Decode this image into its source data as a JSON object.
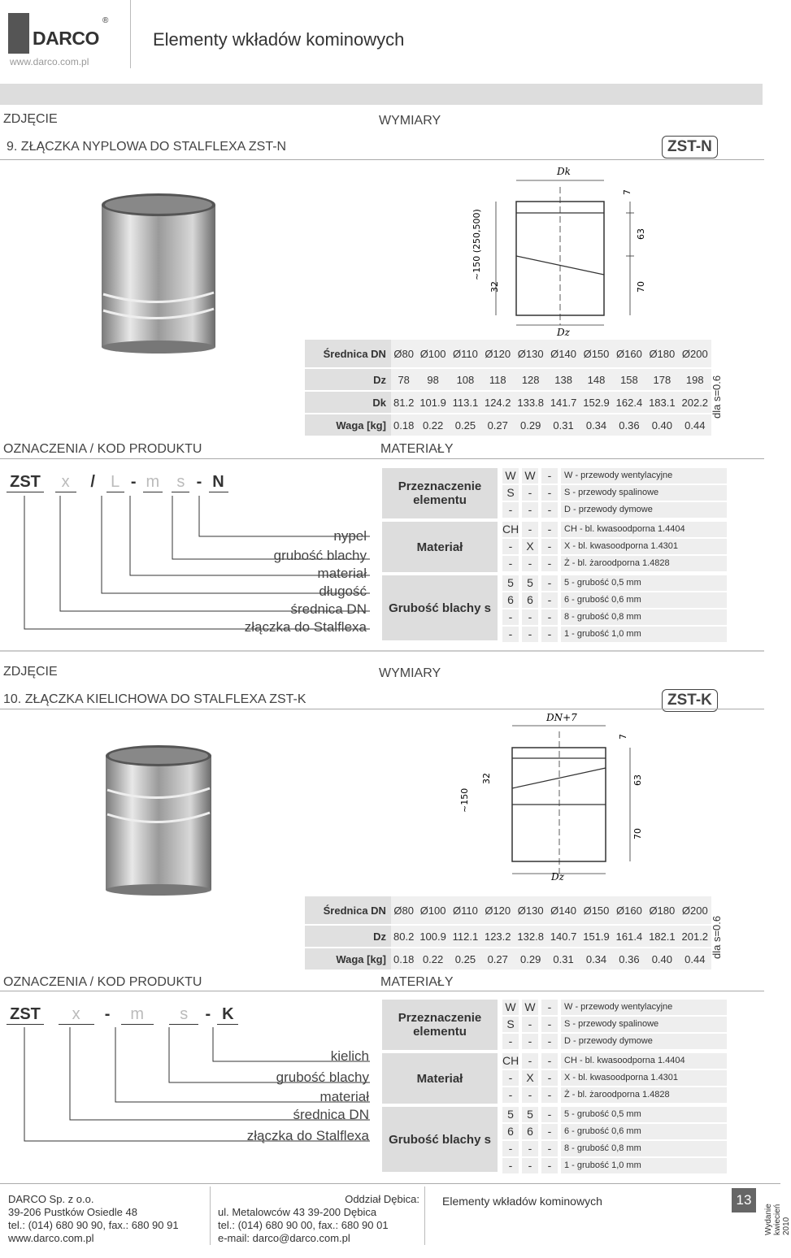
{
  "header": {
    "logo": "DARCO",
    "logo_mark": "®",
    "website": "www.darco.com.pl",
    "title": "Elementy wkładów kominowych"
  },
  "s1": {
    "photo_label": "ZDJĘCIE",
    "dims_label": "WYMIARY",
    "title": "9. ZŁĄCZKA NYPLOWA DO STALFLEXA ZST-N",
    "code": "ZST-N",
    "drawing": {
      "dk": "Dk",
      "dz": "Dz",
      "h": "~150 (250,500)",
      "a": "32",
      "b": "7",
      "c": "63",
      "d": "70"
    },
    "table": {
      "rows": [
        {
          "label": "Średnica DN",
          "values": [
            "Ø80",
            "Ø100",
            "Ø110",
            "Ø120",
            "Ø130",
            "Ø140",
            "Ø150",
            "Ø160",
            "Ø180",
            "Ø200"
          ]
        },
        {
          "label": "Dz",
          "values": [
            "78",
            "98",
            "108",
            "118",
            "128",
            "138",
            "148",
            "158",
            "178",
            "198"
          ]
        },
        {
          "label": "Dk",
          "values": [
            "81.2",
            "101.9",
            "113.1",
            "124.2",
            "133.8",
            "141.7",
            "152.9",
            "162.4",
            "183.1",
            "202.2"
          ]
        },
        {
          "label": "Waga [kg]",
          "values": [
            "0.18",
            "0.22",
            "0.25",
            "0.27",
            "0.29",
            "0.31",
            "0.34",
            "0.36",
            "0.40",
            "0.44"
          ]
        }
      ],
      "note": "dla s=0.6"
    },
    "oznaczenia": "OZNACZENIA / KOD PRODUKTU",
    "materialy": "MATERIAŁY",
    "code_parts": [
      "ZST",
      "x",
      "/",
      "L",
      "-",
      "m",
      "s",
      "-",
      "N"
    ],
    "legend": [
      "nypel",
      "grubość blachy",
      "materiał",
      "długość",
      "średnica DN",
      "złączka do Stalflexa"
    ]
  },
  "materials": {
    "groups": [
      {
        "name": "Przeznaczenie elementu",
        "rows": [
          [
            "W",
            "W",
            "-",
            "W - przewody wentylacyjne"
          ],
          [
            "S",
            "-",
            "-",
            "S - przewody spalinowe"
          ],
          [
            "-",
            "-",
            "-",
            "D - przewody dymowe"
          ]
        ]
      },
      {
        "name": "Materiał",
        "rows": [
          [
            "CH",
            "-",
            "-",
            "CH - bl. kwasoodporna  1.4404"
          ],
          [
            "-",
            "X",
            "-",
            "X  - bl. kwasoodporna  1.4301"
          ],
          [
            "-",
            "-",
            "-",
            "Ż  - bl. żaroodporna      1.4828"
          ]
        ]
      },
      {
        "name": "Grubość blachy s",
        "rows": [
          [
            "5",
            "5",
            "-",
            "5 - grubość 0,5 mm"
          ],
          [
            "6",
            "6",
            "-",
            "6 - grubość 0,6 mm"
          ],
          [
            "-",
            "-",
            "-",
            "8 - grubość 0,8 mm"
          ],
          [
            "-",
            "-",
            "-",
            "1 - grubość 1,0 mm"
          ]
        ]
      }
    ]
  },
  "s2": {
    "photo_label": "ZDJĘCIE",
    "dims_label": "WYMIARY",
    "title": "10. ZŁĄCZKA KIELICHOWA DO STALFLEXA ZST-K",
    "code": "ZST-K",
    "drawing": {
      "dk": "DN+7",
      "dz": "Dz",
      "h": "~150",
      "a": "32",
      "b": "7",
      "c": "63",
      "d": "70"
    },
    "table": {
      "rows": [
        {
          "label": "Średnica DN",
          "values": [
            "Ø80",
            "Ø100",
            "Ø110",
            "Ø120",
            "Ø130",
            "Ø140",
            "Ø150",
            "Ø160",
            "Ø180",
            "Ø200"
          ]
        },
        {
          "label": "Dz",
          "values": [
            "80.2",
            "100.9",
            "112.1",
            "123.2",
            "132.8",
            "140.7",
            "151.9",
            "161.4",
            "182.1",
            "201.2"
          ]
        },
        {
          "label": "Waga [kg]",
          "values": [
            "0.18",
            "0.22",
            "0.25",
            "0.27",
            "0.29",
            "0.31",
            "0.34",
            "0.36",
            "0.40",
            "0.44"
          ]
        }
      ],
      "note": "dla s=0.6"
    },
    "oznaczenia": "OZNACZENIA / KOD PRODUKTU",
    "materialy": "MATERIAŁY",
    "code_parts": [
      "ZST",
      "x",
      "-",
      "m",
      "s",
      "-",
      "K"
    ],
    "legend": [
      "kielich",
      "grubość blachy",
      "materiał",
      "średnica DN",
      "złączka do Stalflexa"
    ]
  },
  "footer": {
    "company": [
      "DARCO Sp. z o.o.",
      "39-206 Pustków Osiedle 48",
      "tel.: (014) 680 90 90, fax.: 680 90 91",
      "www.darco.com.pl"
    ],
    "branch": [
      "Oddział Dębica:",
      "ul. Metalowców 43    39-200 Dębica",
      "tel.: (014) 680 90 00, fax.: 680 90 01",
      "e-mail: darco@darco.com.pl"
    ],
    "title": "Elementy wkładów kominowych",
    "page": "13",
    "edition": [
      "Wydanie",
      "kwiecień 2010"
    ]
  }
}
